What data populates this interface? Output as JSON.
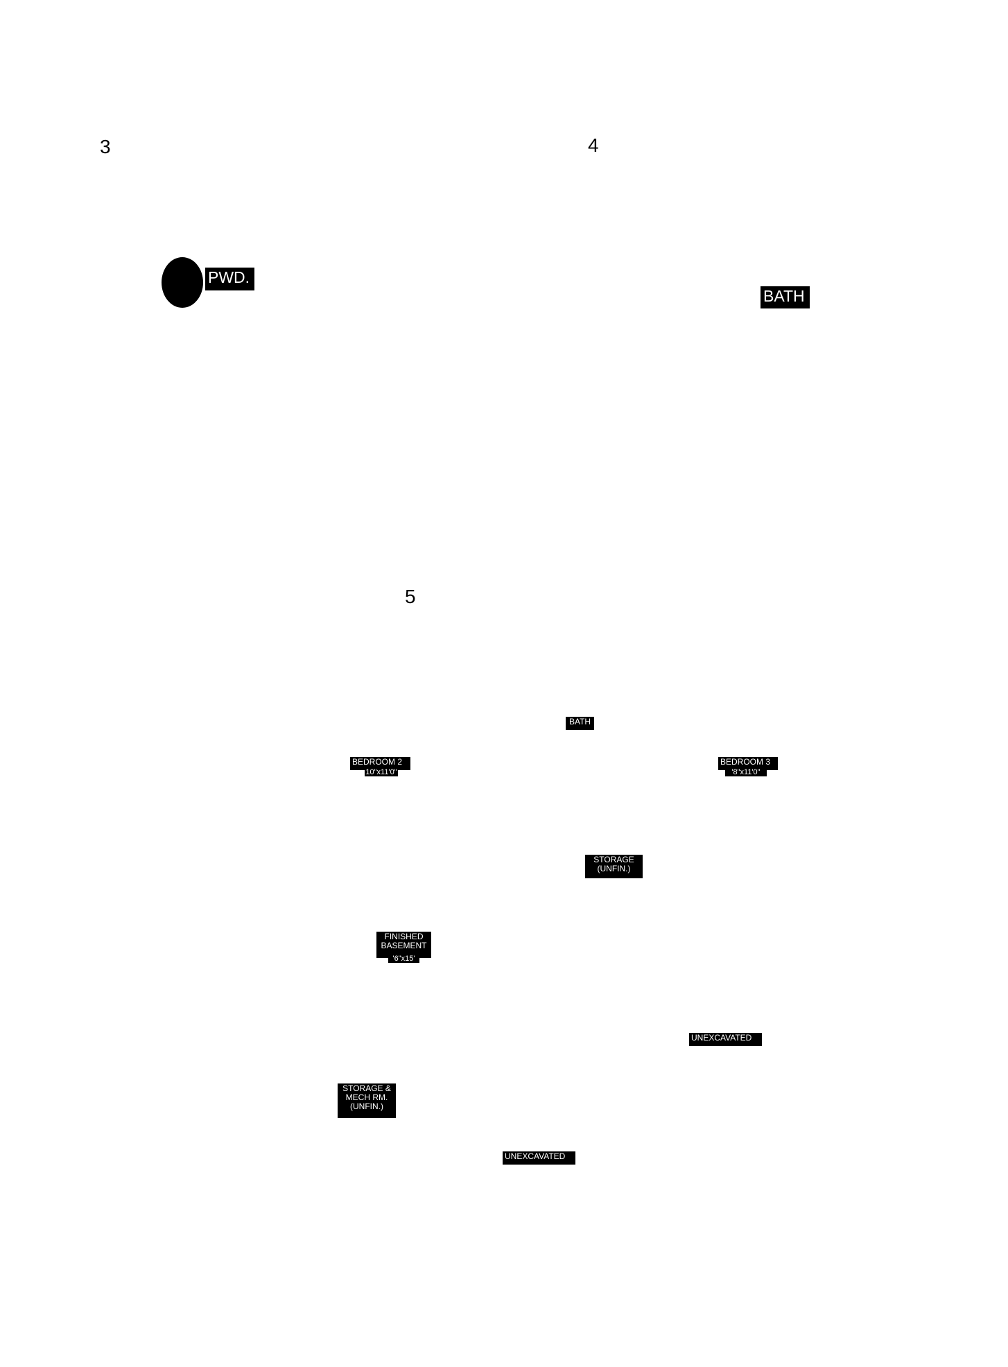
{
  "plan_numbers": {
    "n3": "3",
    "n4": "4",
    "n5": "5"
  },
  "labels": {
    "pwd": "PWD.",
    "bath_upper": "BATH",
    "bath_lower": "BATH",
    "bedroom2": "BEDROOM 2",
    "bedroom2_dim": "10\"x11'0\"",
    "bedroom3": "BEDROOM 3",
    "bedroom3_dim": "'8\"x11'0\"",
    "storage": "STORAGE\n(UNFIN.)",
    "finished_basement": "FINISHED\nBASEMENT",
    "finished_basement_dim": "'6\"x15'",
    "unexcavated_1": "UNEXCAVATED",
    "storage_mech": "STORAGE &\nMECH RM.\n(UNFIN.)",
    "unexcavated_2": "UNEXCAVATED"
  },
  "colors": {
    "label_background": "#000000",
    "label_text": "#ffffff",
    "page_background": "#ffffff"
  }
}
